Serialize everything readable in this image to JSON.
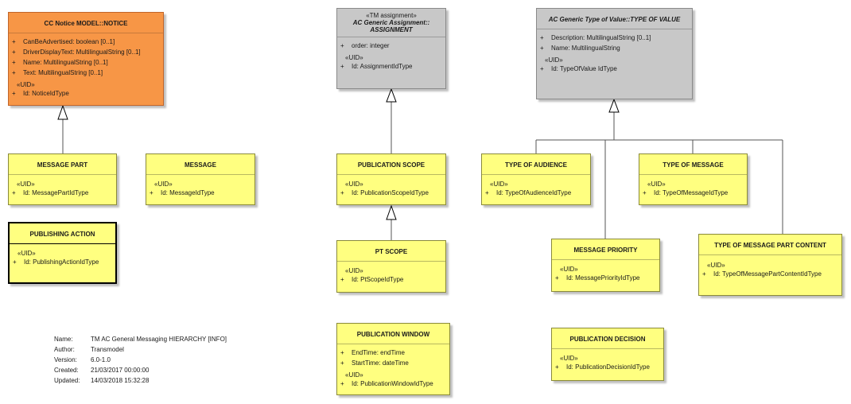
{
  "classes": {
    "notice": {
      "title": "CC Notice MODEL::NOTICE",
      "attrs": [
        "CanBeAdvertised: boolean [0..1]",
        "DriverDisplayText: MultilingualString [0..1]",
        "Name: MultilingualString [0..1]",
        "Text: MultilingualString [0..1]"
      ],
      "uid_label": "«UID»",
      "uid": "Id: NoticeIdType"
    },
    "assignment": {
      "stereotype": "«TM assignment»",
      "title_line1": "AC Generic Assignment::",
      "title_line2": "ASSIGNMENT",
      "attrs": [
        "order: integer"
      ],
      "uid_label": "«UID»",
      "uid": "Id: AssignmentIdType"
    },
    "type_of_value": {
      "title": "AC Generic Type of Value::TYPE OF VALUE",
      "attrs": [
        "Description: MultilingualString [0..1]",
        "Name: MultilingualString"
      ],
      "uid_label": "«UID»",
      "uid": "Id: TypeOfValue IdType"
    },
    "message_part": {
      "title": "MESSAGE PART",
      "uid_label": "«UID»",
      "uid": "Id: MessagePartIdType"
    },
    "message": {
      "title": "MESSAGE",
      "uid_label": "«UID»",
      "uid": "Id: MessageIdType"
    },
    "publishing_action": {
      "title": "PUBLISHING ACTION",
      "uid_label": "«UID»",
      "uid": "Id: PublishingActionIdType"
    },
    "publication_scope": {
      "title": "PUBLICATION SCOPE",
      "uid_label": "«UID»",
      "uid": "Id: PublicationScopeIdType"
    },
    "pt_scope": {
      "title": "PT SCOPE",
      "uid_label": "«UID»",
      "uid": "Id: PtScopeIdType"
    },
    "publication_window": {
      "title": "PUBLICATION WINDOW",
      "attrs": [
        "EndTime: endTime",
        "StartTime: dateTime"
      ],
      "uid_label": "«UID»",
      "uid": "Id: PublicationWindowIdType"
    },
    "type_of_audience": {
      "title": "TYPE OF AUDIENCE",
      "uid_label": "«UID»",
      "uid": "Id: TypeOfAudienceIdType"
    },
    "type_of_message": {
      "title": "TYPE OF MESSAGE",
      "uid_label": "«UID»",
      "uid": "Id: TypeOfMessageIdType"
    },
    "message_priority": {
      "title": "MESSAGE PRIORITY",
      "uid_label": "«UID»",
      "uid": "Id: MessagePriorityIdType"
    },
    "type_of_message_part_content": {
      "title": "TYPE OF MESSAGE PART CONTENT",
      "uid_label": "«UID»",
      "uid": "Id: TypeOfMessagePartContentIdType"
    },
    "publication_decision": {
      "title": "PUBLICATION DECISION",
      "uid_label": "«UID»",
      "uid": "Id: PublicationDecisionIdType"
    }
  },
  "plus": "+",
  "colors": {
    "class_fill": "#ffff80",
    "notice_fill": "#f79646",
    "generic_fill": "#c8c8c8"
  },
  "info": {
    "name_key": "Name:",
    "name": "TM AC General Messaging HIERARCHY [INFO]",
    "author_key": "Author:",
    "author": "Transmodel",
    "version_key": "Version:",
    "version": "6.0-1.0",
    "created_key": "Created:",
    "created": "21/03/2017 00:00:00",
    "updated_key": "Updated:",
    "updated": "14/03/2018 15:32:28"
  }
}
